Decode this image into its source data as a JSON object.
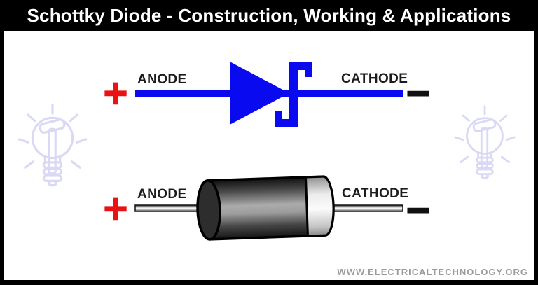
{
  "header": {
    "title": "Schottky Diode - Construction, Working & Applications"
  },
  "symbol_row": {
    "plus": "+",
    "minus": "−",
    "anode": "ANODE",
    "cathode": "CATHODE",
    "icon": "schottky-diode-symbol"
  },
  "physical_row": {
    "plus": "+",
    "minus": "−",
    "anode": "ANODE",
    "cathode": "CATHODE",
    "icon": "axial-diode-package"
  },
  "watermarks": {
    "left_icon": "lightbulb-hammer-icon",
    "right_icon": "lightbulb-hammer-icon"
  },
  "footer": {
    "website": "WWW.ELECTRICALTECHNOLOGY.ORG"
  },
  "colors": {
    "header_bg": "#000000",
    "header_text": "#ffffff",
    "symbol_blue": "#0a0af0",
    "polarity_red": "#e81313",
    "label_black": "#1b1b1b",
    "watermark_lavender": "#d9d9f6",
    "footer_gray": "#9b9b9b",
    "frame_black": "#000000"
  }
}
